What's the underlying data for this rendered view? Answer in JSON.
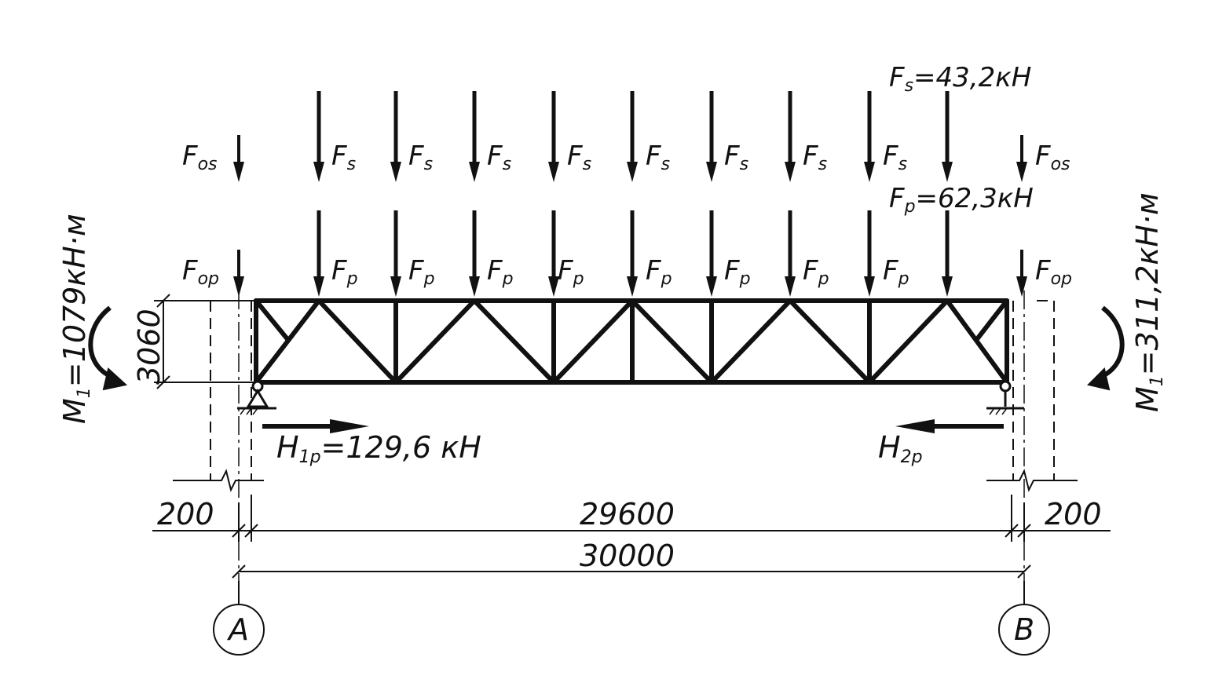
{
  "loads": {
    "snow": {
      "edge_label": "F",
      "edge_sub": "os",
      "inner_label": "F",
      "inner_sub": "s",
      "value_main": "F",
      "value_sub": "s",
      "value_text": "=43,2кН"
    },
    "permanent": {
      "edge_label": "F",
      "edge_sub": "op",
      "inner_label": "F",
      "inner_sub": "p",
      "value_main": "F",
      "value_sub": "p",
      "value_text": "=62,3кН"
    }
  },
  "moments": {
    "left": {
      "main": "M",
      "sub": "1",
      "text": "=1079кН·м"
    },
    "right": {
      "main": "M",
      "sub": "1",
      "text": "=311,2кН·м"
    }
  },
  "reactions": {
    "left": {
      "main": "H",
      "sub": "1р",
      "text": "=129,6 кН"
    },
    "right": {
      "main": "H",
      "sub": "2р"
    }
  },
  "dimensions": {
    "height": "3060",
    "offset_left": "200",
    "offset_right": "200",
    "span_inner": "29600",
    "span_total": "30000"
  },
  "axes": {
    "left": "А",
    "right": "В"
  }
}
